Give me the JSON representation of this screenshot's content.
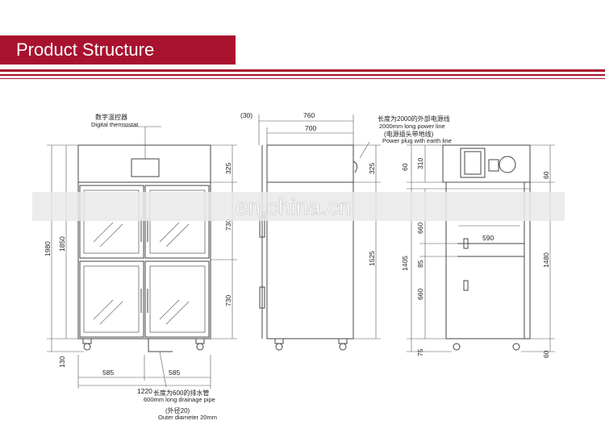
{
  "header": {
    "title": "Product Structure",
    "accent": "#a8122e"
  },
  "watermark": "en.china.cn",
  "front_view": {
    "thermostat_cn": "数字温控器",
    "thermostat_en": "Digital thermostat",
    "height_total": "1980",
    "height_body": "1850",
    "height_feet": "130",
    "top_panel": "325",
    "upper_door": "730",
    "lower_door": "730",
    "left_width": "585",
    "right_width": "585",
    "total_width": "1220",
    "drain_cn": "长度为600的排水管",
    "drain_en": "600mm long drainage pipe",
    "drain_outer_cn": "(外径20)",
    "drain_outer_en": "Outer diameter 20mm"
  },
  "side_view": {
    "offset": "(30)",
    "depth_total": "760",
    "depth_body": "700",
    "top_panel": "325",
    "body_height": "1525",
    "power_cn": "长度为2000的外部电源线",
    "power_en": "2000mm long power line",
    "plug_cn": "(电源插头带地线)",
    "plug_en": "Power plug with earth line"
  },
  "section_view": {
    "top_left": "60",
    "compressor": "310",
    "top_right": "60",
    "upper_zone": "660",
    "shelf_gap": "85",
    "lower_zone": "660",
    "interior_total": "1405",
    "bottom": "75",
    "shelf_width": "590",
    "right_total": "1480",
    "bottom_right": "60"
  }
}
